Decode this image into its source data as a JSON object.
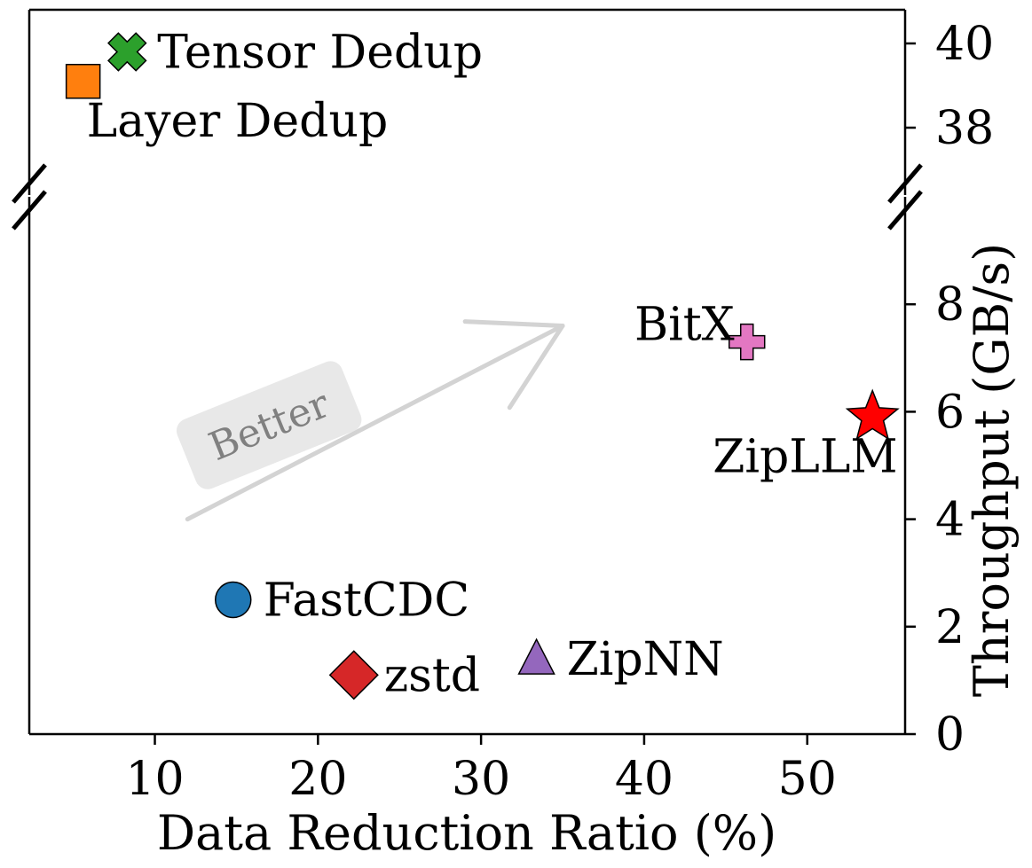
{
  "chart_data": {
    "type": "scatter",
    "title": "",
    "xlabel": "Data Reduction Ratio (%)",
    "ylabel": "Throughput (GB/s)",
    "xlim": [
      2.3,
      56
    ],
    "ylim_lower": [
      0,
      10
    ],
    "ylim_upper": [
      36.4,
      40.8
    ],
    "broken_y_axis": true,
    "y_axis_side": "right",
    "grid": false,
    "legend": "none",
    "xticks": [
      "10",
      "20",
      "30",
      "40",
      "50"
    ],
    "yticks_lower": [
      "0",
      "2",
      "4",
      "6",
      "8"
    ],
    "yticks_upper": [
      "38",
      "40"
    ],
    "annotation": {
      "text": "Better",
      "arrow_from": [
        12,
        4.0
      ],
      "arrow_to": [
        35,
        7.6
      ],
      "color": "#808080"
    },
    "points": [
      {
        "label": "Tensor Dedup",
        "x": 8.3,
        "y": 39.8,
        "marker": "x-filled",
        "color": "#2ca02c",
        "label_pos": "right"
      },
      {
        "label": "Layer Dedup",
        "x": 5.6,
        "y": 39.1,
        "marker": "square",
        "color": "#ff7f0e",
        "label_pos": "below"
      },
      {
        "label": "BitX",
        "x": 46.3,
        "y": 7.3,
        "marker": "plus-filled",
        "color": "#e377c2",
        "label_pos": "left"
      },
      {
        "label": "ZipLLM",
        "x": 54.0,
        "y": 5.9,
        "marker": "star",
        "color": "#ff0000",
        "label_pos": "below"
      },
      {
        "label": "FastCDC",
        "x": 14.8,
        "y": 2.5,
        "marker": "circle",
        "color": "#1f77b4",
        "label_pos": "right"
      },
      {
        "label": "zstd",
        "x": 22.2,
        "y": 1.1,
        "marker": "diamond",
        "color": "#d62728",
        "label_pos": "right"
      },
      {
        "label": "ZipNN",
        "x": 33.4,
        "y": 1.4,
        "marker": "triangle",
        "color": "#9467bd",
        "label_pos": "right"
      }
    ]
  }
}
